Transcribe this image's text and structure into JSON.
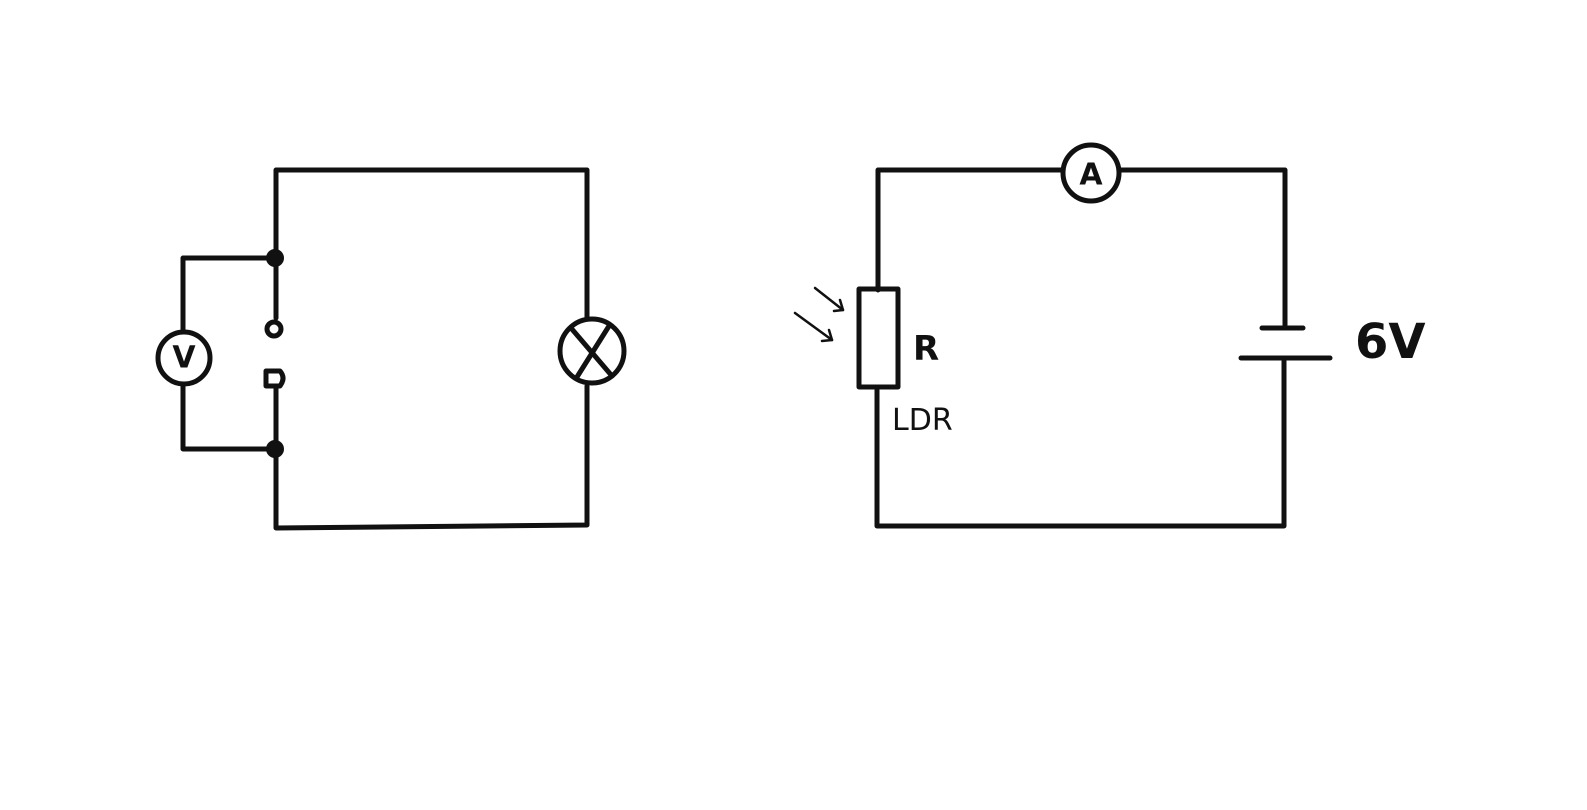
{
  "circuit_left": {
    "voltmeter_symbol": "V"
  },
  "circuit_right": {
    "ammeter_symbol": "A",
    "resistor_symbol": "R",
    "resistor_type": "LDR",
    "cell_voltage": "6V"
  },
  "colors": {
    "ink": "#111111",
    "background": "#ffffff"
  },
  "icons": {
    "voltmeter": "voltmeter-icon",
    "lamp": "lamp-icon",
    "switch": "open-switch-icon",
    "ammeter": "ammeter-icon",
    "ldr": "ldr-icon",
    "light": "light-arrows-icon",
    "cell": "cell-icon"
  }
}
